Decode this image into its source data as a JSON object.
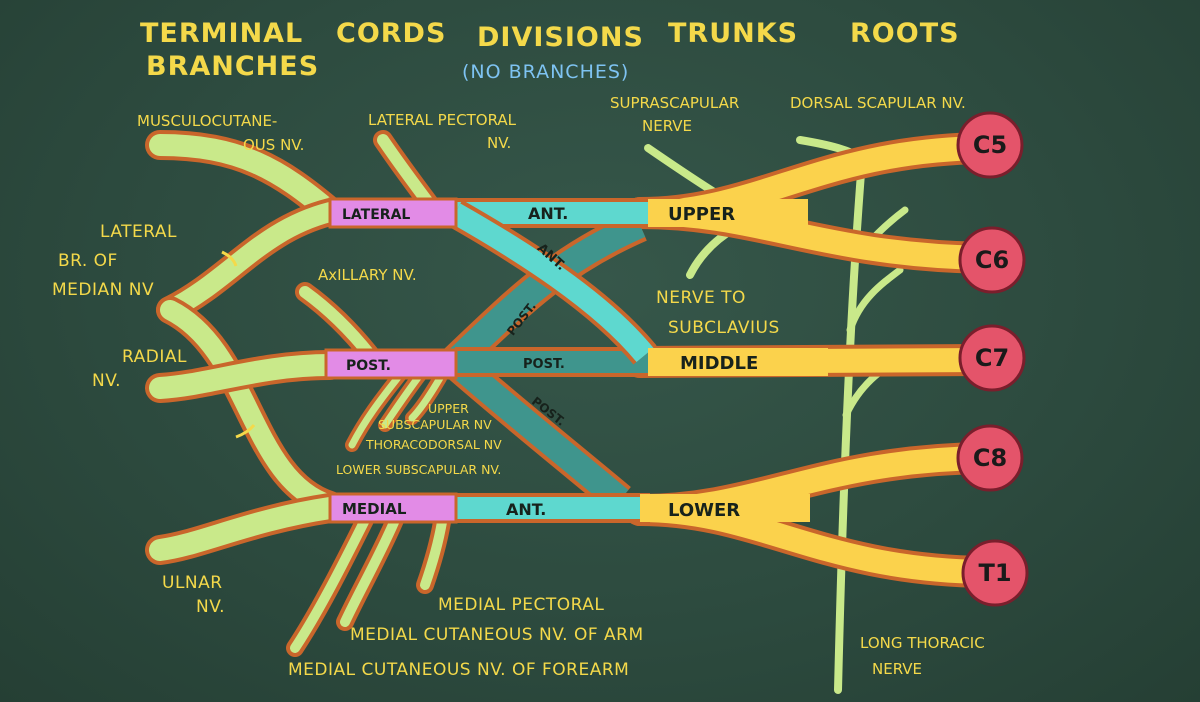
{
  "headers": {
    "terminal": "TERMINAL",
    "branches": "BRANCHES",
    "cords": "CORDS",
    "divisions": "DIVISIONS",
    "no_branches": "(NO BRANCHES)",
    "trunks": "TRUNKS",
    "roots": "ROOTS"
  },
  "roots": [
    "C5",
    "C6",
    "C7",
    "C8",
    "T1"
  ],
  "trunks": {
    "upper": "UPPER",
    "middle": "MIDDLE",
    "lower": "LOWER"
  },
  "cords": {
    "lateral": "LATERAL",
    "posterior": "POST.",
    "medial": "MEDIAL"
  },
  "divisions": {
    "ant_upper": "ANT.",
    "ant_upper_diag": "ANT.",
    "post_upper": "POST.",
    "post_middle": "POST.",
    "post_lower": "POST.",
    "ant_lower": "ANT."
  },
  "branches": {
    "musculocutaneous": [
      "MUSCULOCUTANE-",
      "OUS NV."
    ],
    "lateral_pectoral": [
      "LATERAL PECTORAL",
      "NV."
    ],
    "suprascapular": [
      "SUPRASCAPULAR",
      "NERVE"
    ],
    "dorsal_scapular": "DORSAL SCAPULAR NV.",
    "lateral_br_median": [
      "LATERAL",
      "BR. OF",
      "MEDIAN NV"
    ],
    "axillary": "AxILLARY NV.",
    "nerve_to_subclavius": [
      "NERVE TO",
      "SUBCLAVIUS"
    ],
    "radial": [
      "RADIAL",
      "NV."
    ],
    "upper_subscapular": [
      "UPPER",
      "SUBSCAPULAR NV"
    ],
    "thoracodorsal": "THORACODORSAL NV",
    "lower_subscapular": "LOWER SUBSCAPULAR NV.",
    "ulnar": [
      "ULNAR",
      "NV."
    ],
    "medial_pectoral": "MEDIAL PECTORAL",
    "medial_cut_arm": "MEDIAL CUTANEOUS NV. OF ARM",
    "medial_cut_forearm": "MEDIAL CUTANEOUS NV. OF FOREARM",
    "long_thoracic": [
      "LONG THORACIC",
      "NERVE"
    ]
  },
  "colors": {
    "board": "#2d4b3f",
    "chalk_yellow": "#f4d94a",
    "chalk_blue": "#7ec3f2",
    "trunk": "#fbd24c",
    "division": "#5ed8cf",
    "division_posterior": "#3f958d",
    "cord": "#e28be6",
    "branch": "#c9e98a",
    "outline": "#c9662b",
    "root": "#e4546a"
  }
}
